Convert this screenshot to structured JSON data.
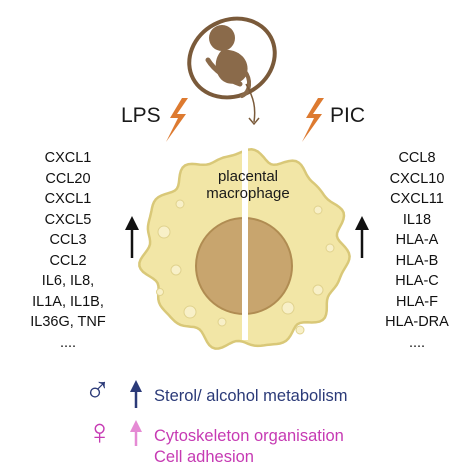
{
  "colors": {
    "fetus": "#7a5a3a",
    "cell_fill": "#f2e6a6",
    "cell_edge": "#d9c878",
    "nucleus": "#c8a56e",
    "bolt": "#dd7a30",
    "male": "#2b3a78",
    "female": "#c63ab3"
  },
  "icons": [
    "fetus-icon",
    "lightning-bolt-icon",
    "up-arrow-icon",
    "male-symbol-icon",
    "female-symbol-icon"
  ],
  "stimuli": {
    "left": "LPS",
    "right": "PIC"
  },
  "cell_label": {
    "line1": "placental",
    "line2": "macrophage"
  },
  "lps_genes": [
    "CXCL1",
    "CCL20",
    "CXCL1",
    "CXCL5",
    "CCL3",
    "CCL2",
    "IL6, IL8,",
    "IL1A, IL1B,",
    "IL36G, TNF",
    "...."
  ],
  "pic_genes": [
    "CCL8",
    "CXCL10",
    "CXCL11",
    "IL18",
    "HLA-A",
    "HLA-B",
    "HLA-C",
    "HLA-F",
    "HLA-DRA",
    "...."
  ],
  "legend": {
    "male": {
      "symbol": "♂",
      "text": "Sterol/ alcohol metabolism"
    },
    "female": {
      "symbol": "♀",
      "lines": [
        "Cytoskeleton organisation",
        "Cell adhesion"
      ]
    }
  }
}
